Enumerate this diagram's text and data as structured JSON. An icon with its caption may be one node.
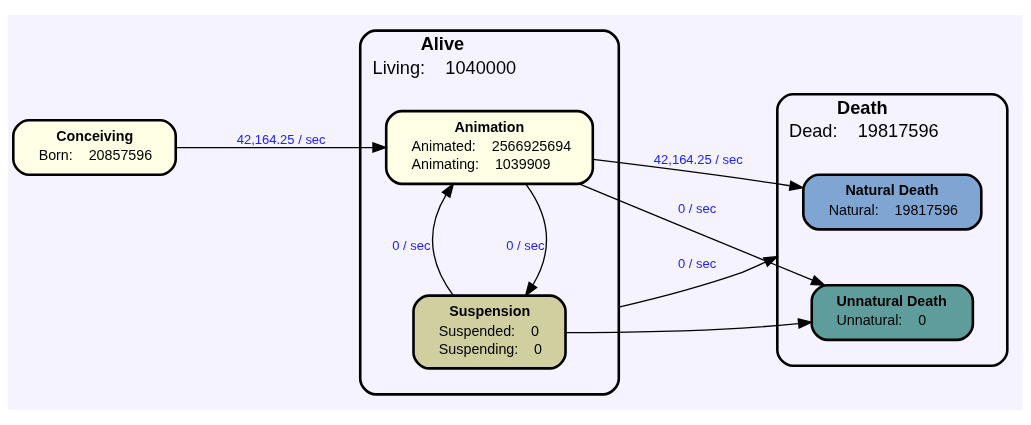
{
  "diagram": {
    "nodes": [
      {
        "text": [
          "Conceiving",
          "Born:    20857596"
        ]
      },
      {
        "text": [
          "Alive",
          "Living:    1040000"
        ]
      },
      {
        "text": [
          "Animation",
          "Animated:    2566925694",
          "Animating:    1039909"
        ],
        "in": 1
      },
      {
        "text": [
          "Suspension",
          "Suspended:    0",
          "Suspending:    0"
        ],
        "in": 1
      },
      {
        "text": [
          "Death",
          "Dead:    19817596"
        ]
      },
      {
        "text": [
          "Natural Death",
          "Natural:    19817596"
        ],
        "in": 4
      },
      {
        "text": [
          "Unnatural Death",
          "Unnatural:    0"
        ],
        "in": 4
      }
    ],
    "edges": [
      {
        "from": 0,
        "to": 2,
        "arrow": "to",
        "label": "42,164.25 / sec"
      },
      {
        "from": 1,
        "to": 4,
        "arrow": "to",
        "label": "0 / sec"
      },
      {
        "from": 2,
        "to": 5,
        "arrow": "to",
        "label": "42,164.25 / sec"
      },
      {
        "from": 2,
        "to": 6,
        "arrow": "to",
        "label": "0 / sec"
      },
      {
        "from": 2,
        "to": 3,
        "arrow": "to",
        "label": "0 / sec"
      },
      {
        "from": 3,
        "to": 2,
        "arrow": "to",
        "label": "0 / sec"
      },
      {
        "from": 3,
        "to": 6,
        "arrow": "to"
      }
    ]
  }
}
